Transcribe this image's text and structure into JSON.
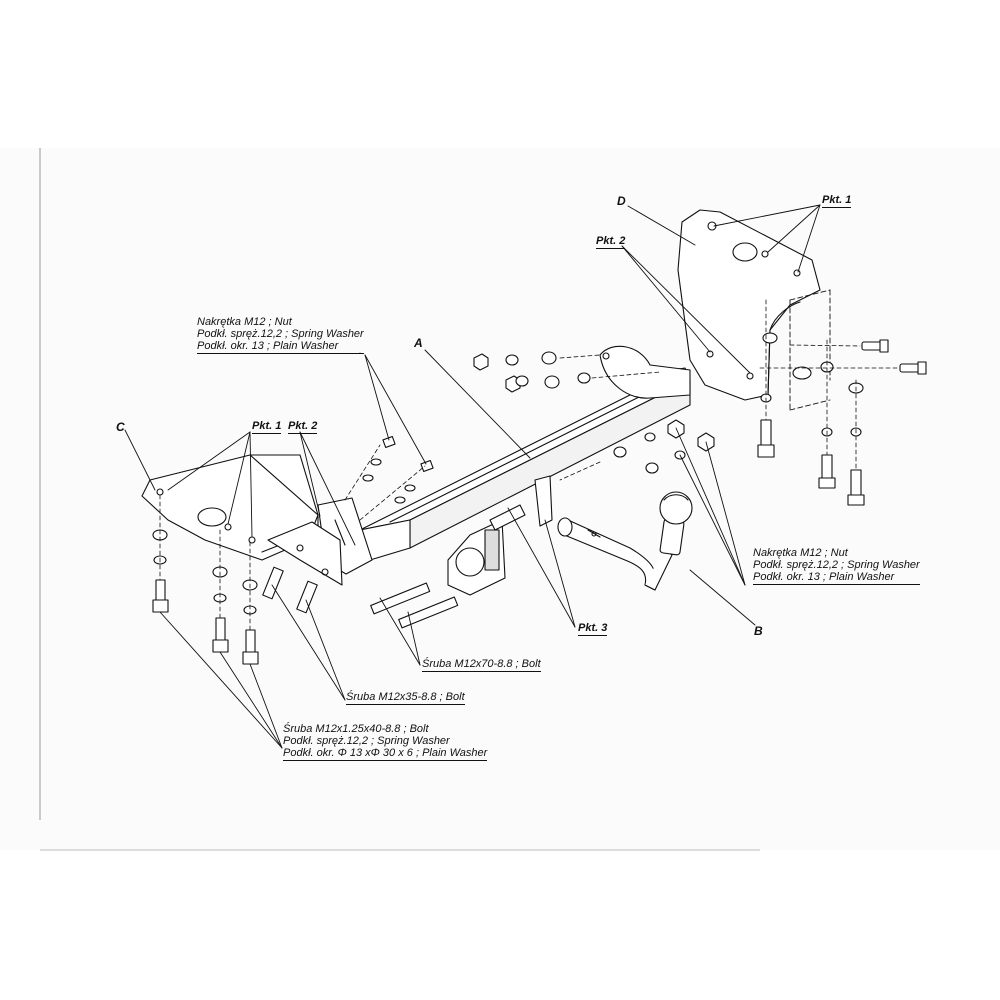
{
  "parts": {
    "A": "A",
    "B": "B",
    "C": "C",
    "D": "D"
  },
  "points": {
    "pkt1": "Pkt. 1",
    "pkt2": "Pkt. 2",
    "pkt3": "Pkt. 3"
  },
  "callouts": {
    "nut_group_top": {
      "line1": "Nakrętka M12 ; Nut",
      "line2": "Podkł. spręż.12,2 ; Spring Washer",
      "line3": "Podkł. okr. 13 ; Plain Washer"
    },
    "nut_group_right": {
      "line1": "Nakrętka M12 ; Nut",
      "line2": "Podkł. spręż.12,2 ; Spring Washer",
      "line3": "Podkł. okr. 13 ; Plain Washer"
    },
    "bolt_m12x70": "Śruba M12x70-8.8 ;  Bolt",
    "bolt_m12x35": "Śruba M12x35-8.8 ;  Bolt",
    "bolt_group_bottom": {
      "line1": "Śruba M12x1.25x40-8.8 ;  Bolt",
      "line2": "Podkł. spręż.12,2 ; Spring Washer",
      "line3": "Podkł. okr. Φ 13 xΦ 30 x 6 ; Plain Washer"
    }
  }
}
